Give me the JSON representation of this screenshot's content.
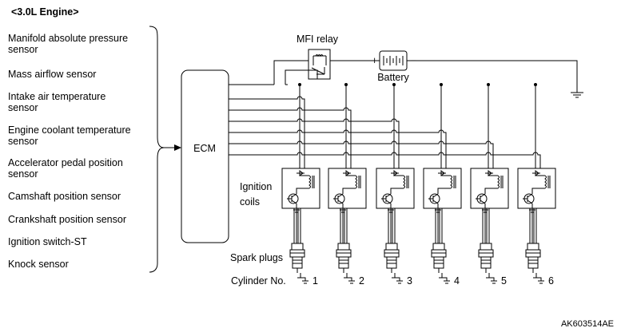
{
  "header": {
    "title": "<3.0L Engine>"
  },
  "sensors": [
    {
      "lines": [
        "Manifold absolute pressure",
        "sensor"
      ]
    },
    {
      "lines": [
        "Mass airflow sensor"
      ]
    },
    {
      "lines": [
        "Intake air temperature",
        "sensor"
      ]
    },
    {
      "lines": [
        "Engine coolant temperature",
        "sensor"
      ]
    },
    {
      "lines": [
        "Accelerator pedal position",
        "sensor"
      ]
    },
    {
      "lines": [
        "Camshaft position sensor"
      ]
    },
    {
      "lines": [
        "Crankshaft position sensor"
      ]
    },
    {
      "lines": [
        "Ignition switch-ST"
      ]
    },
    {
      "lines": [
        "Knock sensor"
      ]
    }
  ],
  "ecm": {
    "label": "ECM"
  },
  "relay": {
    "label": "MFI relay"
  },
  "battery": {
    "label": "Battery",
    "plus": "+",
    "minus": "−"
  },
  "ignition_coils": {
    "lines": [
      "Ignition",
      "coils"
    ]
  },
  "spark_plugs": {
    "label": "Spark plugs"
  },
  "cylinder": {
    "label": "Cylinder No.",
    "numbers": [
      "1",
      "2",
      "3",
      "4",
      "5",
      "6"
    ]
  },
  "figure_code": "AK603514AE"
}
